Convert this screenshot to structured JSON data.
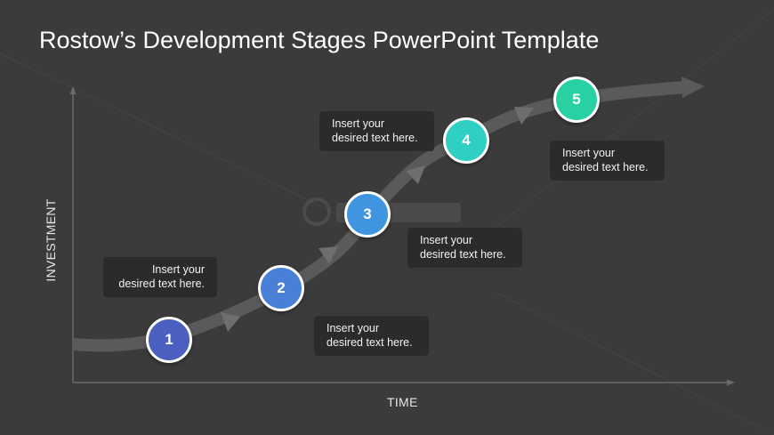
{
  "slide": {
    "title": "Rostow’s Development Stages PowerPoint Template",
    "y_axis_label": "INVESTMENT",
    "x_axis_label": "TIME"
  },
  "stages": [
    {
      "number": "1",
      "text_line1": "Insert your",
      "text_line2": "desired text here.",
      "color": "#4a5fbf"
    },
    {
      "number": "2",
      "text_line1": "Insert your",
      "text_line2": "desired text here.",
      "color": "#4a7fd8"
    },
    {
      "number": "3",
      "text_line1": "Insert your",
      "text_line2": "desired text here.",
      "color": "#3f95e0"
    },
    {
      "number": "4",
      "text_line1": "Insert your",
      "text_line2": "desired text here.",
      "color": "#2fcfc4"
    },
    {
      "number": "5",
      "text_line1": "Insert your",
      "text_line2": "desired text here.",
      "color": "#27d1a4"
    }
  ],
  "colors": {
    "background": "#3b3b3c",
    "text_box": "#2b2b2c",
    "curve": "#5a5a5b",
    "axis": "#6b6b6b"
  }
}
